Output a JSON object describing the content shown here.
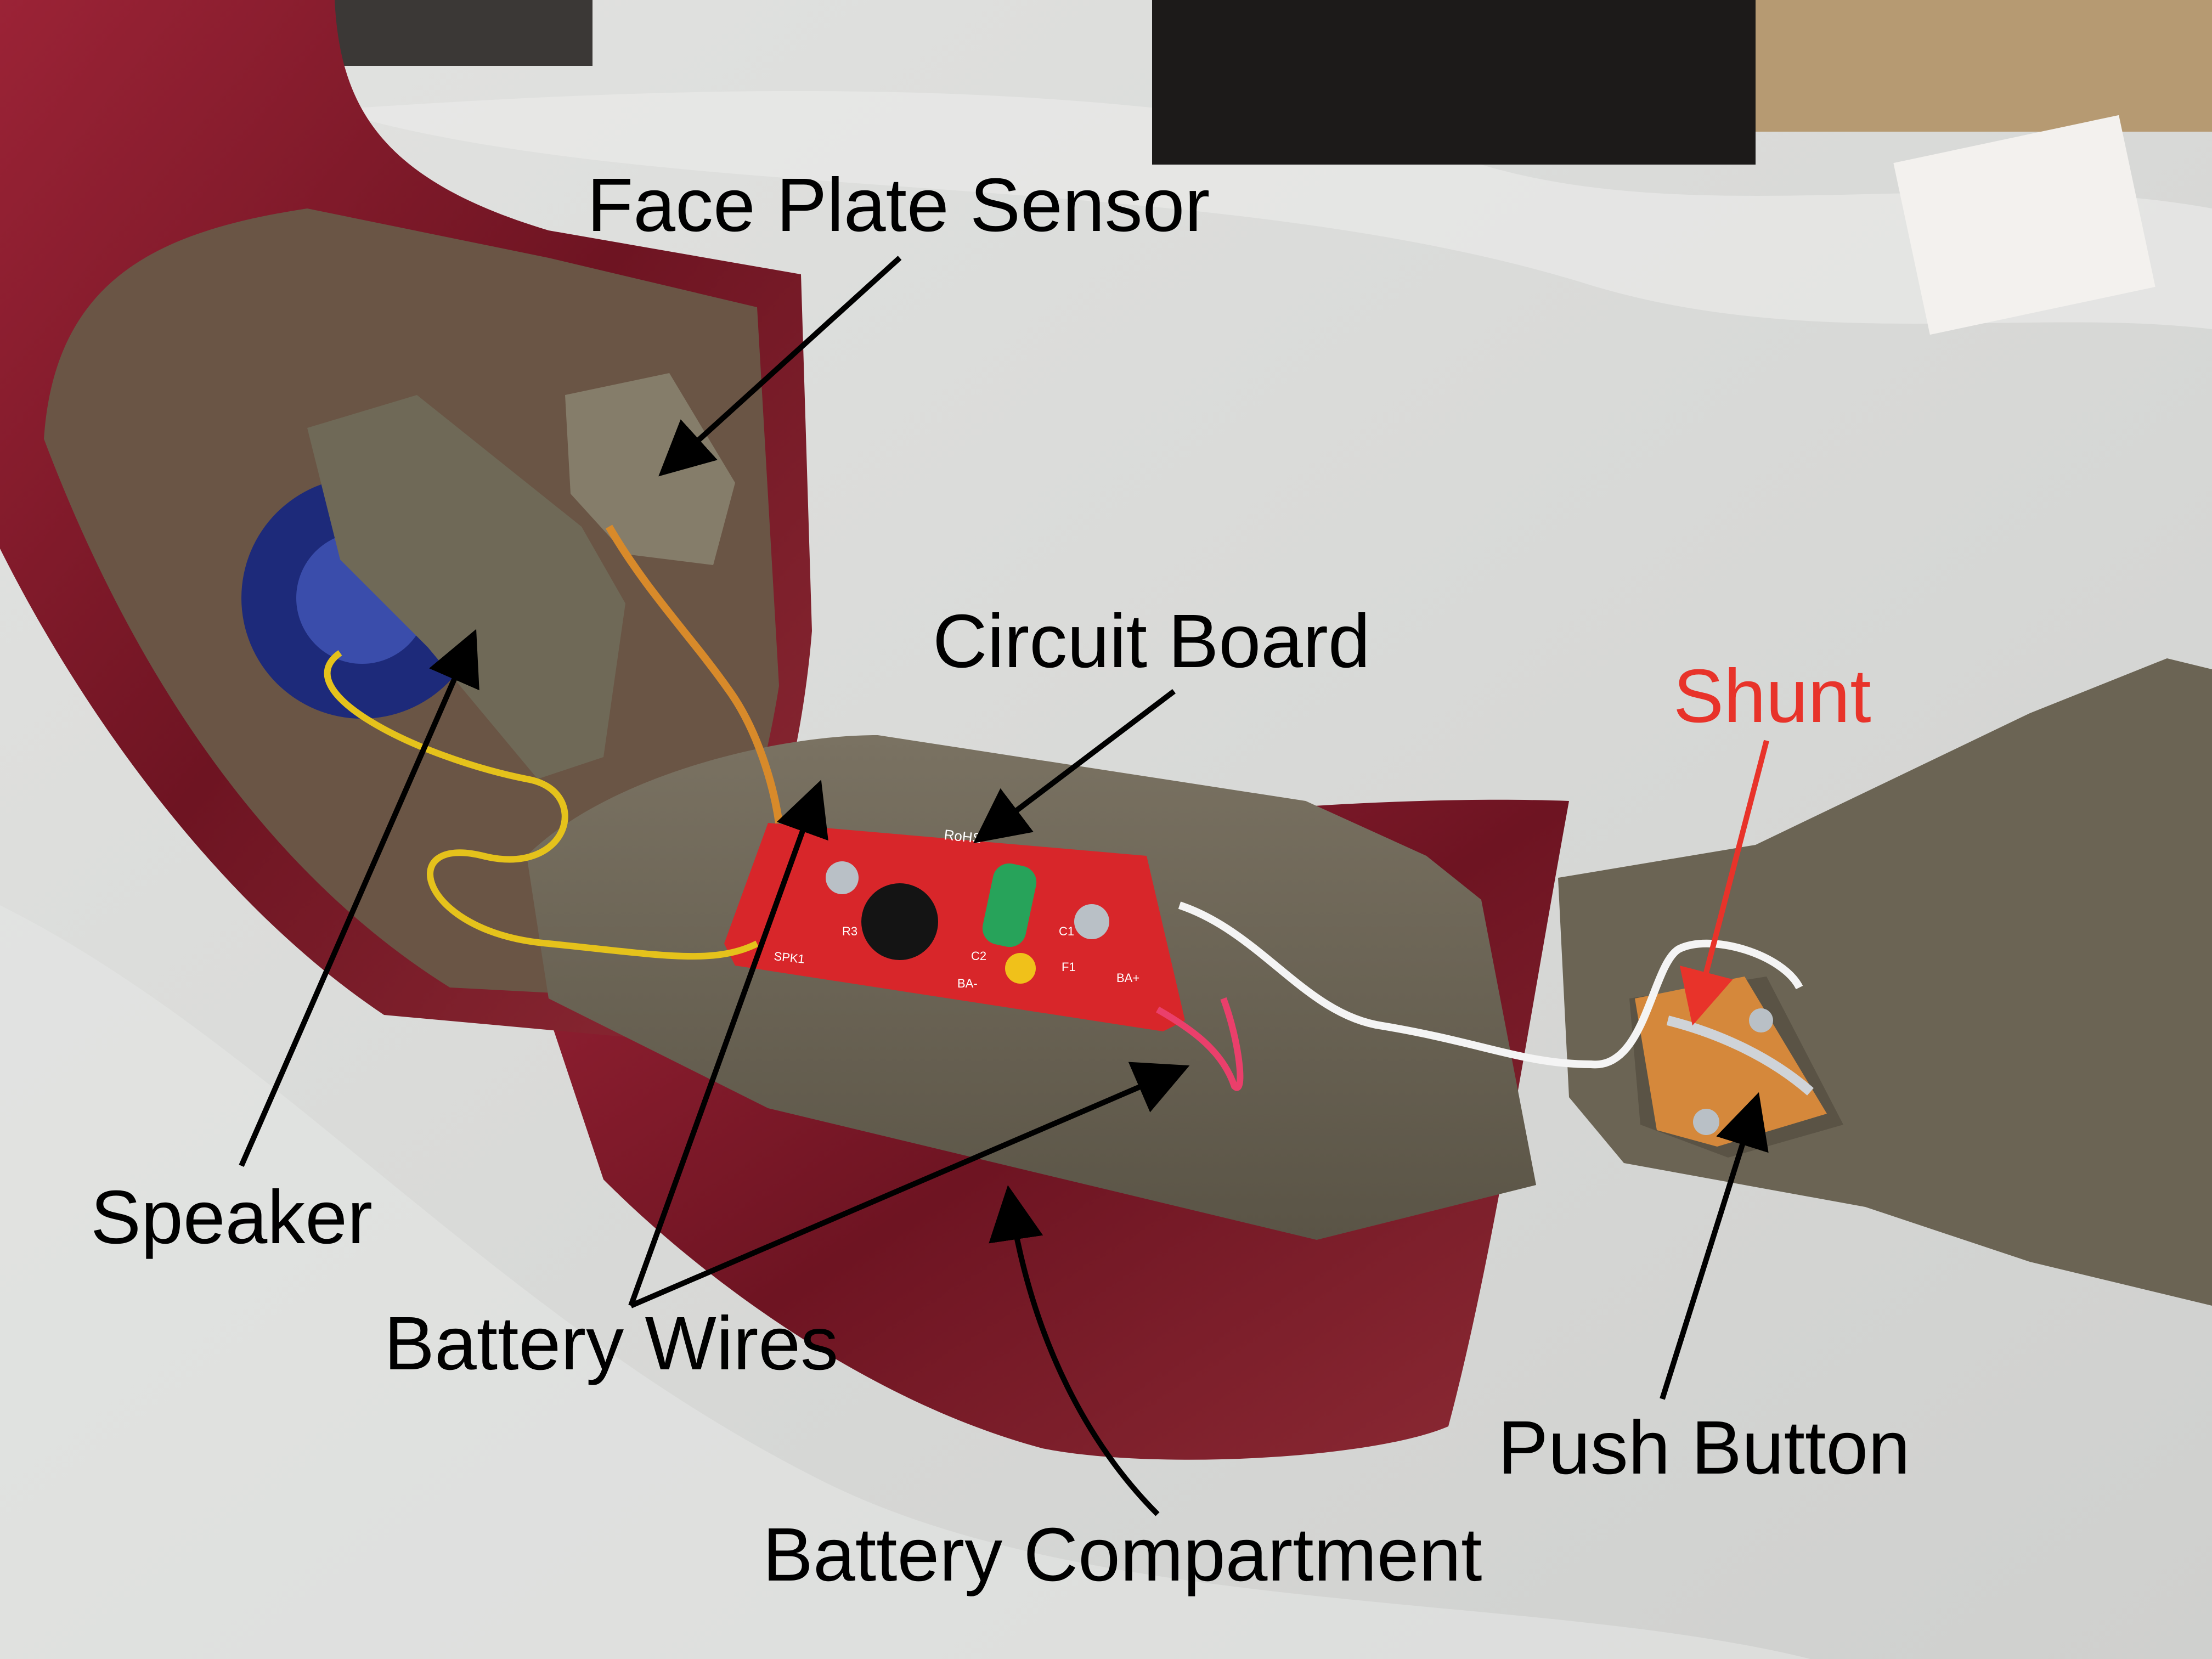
{
  "labels": {
    "face_plate_sensor": "Face Plate Sensor",
    "circuit_board": "Circuit Board",
    "shunt": "Shunt",
    "speaker": "Speaker",
    "battery_wires": "Battery Wires",
    "push_button": "Push Button",
    "battery_compartment": "Battery Compartment"
  },
  "board_silkscreen": {
    "rohs": "RoHS",
    "spk": "SPK1",
    "c1": "C1",
    "c2": "C2",
    "ba_minus": "BA-",
    "ba_plus": "BA+",
    "f1": "F1",
    "r3": "R3"
  },
  "colors": {
    "label_text": "#000000",
    "shunt_label": "#e8332a",
    "arrow": "#000000",
    "shunt_arrow": "#e8332a",
    "housing_red": "#8a1b2c",
    "plastic_gray": "#6e6757",
    "pcb_red": "#d8262a",
    "fabric_gray": "#d9d9d7"
  }
}
